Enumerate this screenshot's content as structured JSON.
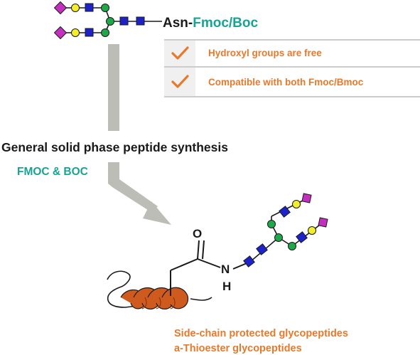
{
  "top_label": {
    "prefix": "Asn-",
    "suffix": "Fmoc/Boc"
  },
  "checklist": [
    {
      "icon": "checkmark-icon",
      "text": "Hydroxyl groups are free"
    },
    {
      "icon": "checkmark-icon",
      "text": "Compatible with both Fmoc/Bmoc"
    }
  ],
  "method": {
    "title": "General solid phase peptide synthesis",
    "subtitle": "FMOC & BOC"
  },
  "molecule": {
    "carbonyl_atom": "O",
    "amide_atom": "N",
    "amide_hydrogen": "H"
  },
  "products": [
    "Side-chain protected glycopeptides",
    "a-Thioester glycopeptides"
  ],
  "colors": {
    "teal": "#17a396",
    "orange": "#e8792a",
    "arrow_gray": "#bdbdb7",
    "glcnac_blue": "#1d22c9",
    "mannose_green": "#1fa84a",
    "galactose_yellow": "#f4ee2a",
    "sialic_magenta": "#c42fbf",
    "helix_orange": "#cf5a1e"
  },
  "glycan_symbols": {
    "glcnac": "blue-square",
    "mannose": "green-circle",
    "galactose": "yellow-circle",
    "sialic_acid": "magenta-diamond"
  }
}
